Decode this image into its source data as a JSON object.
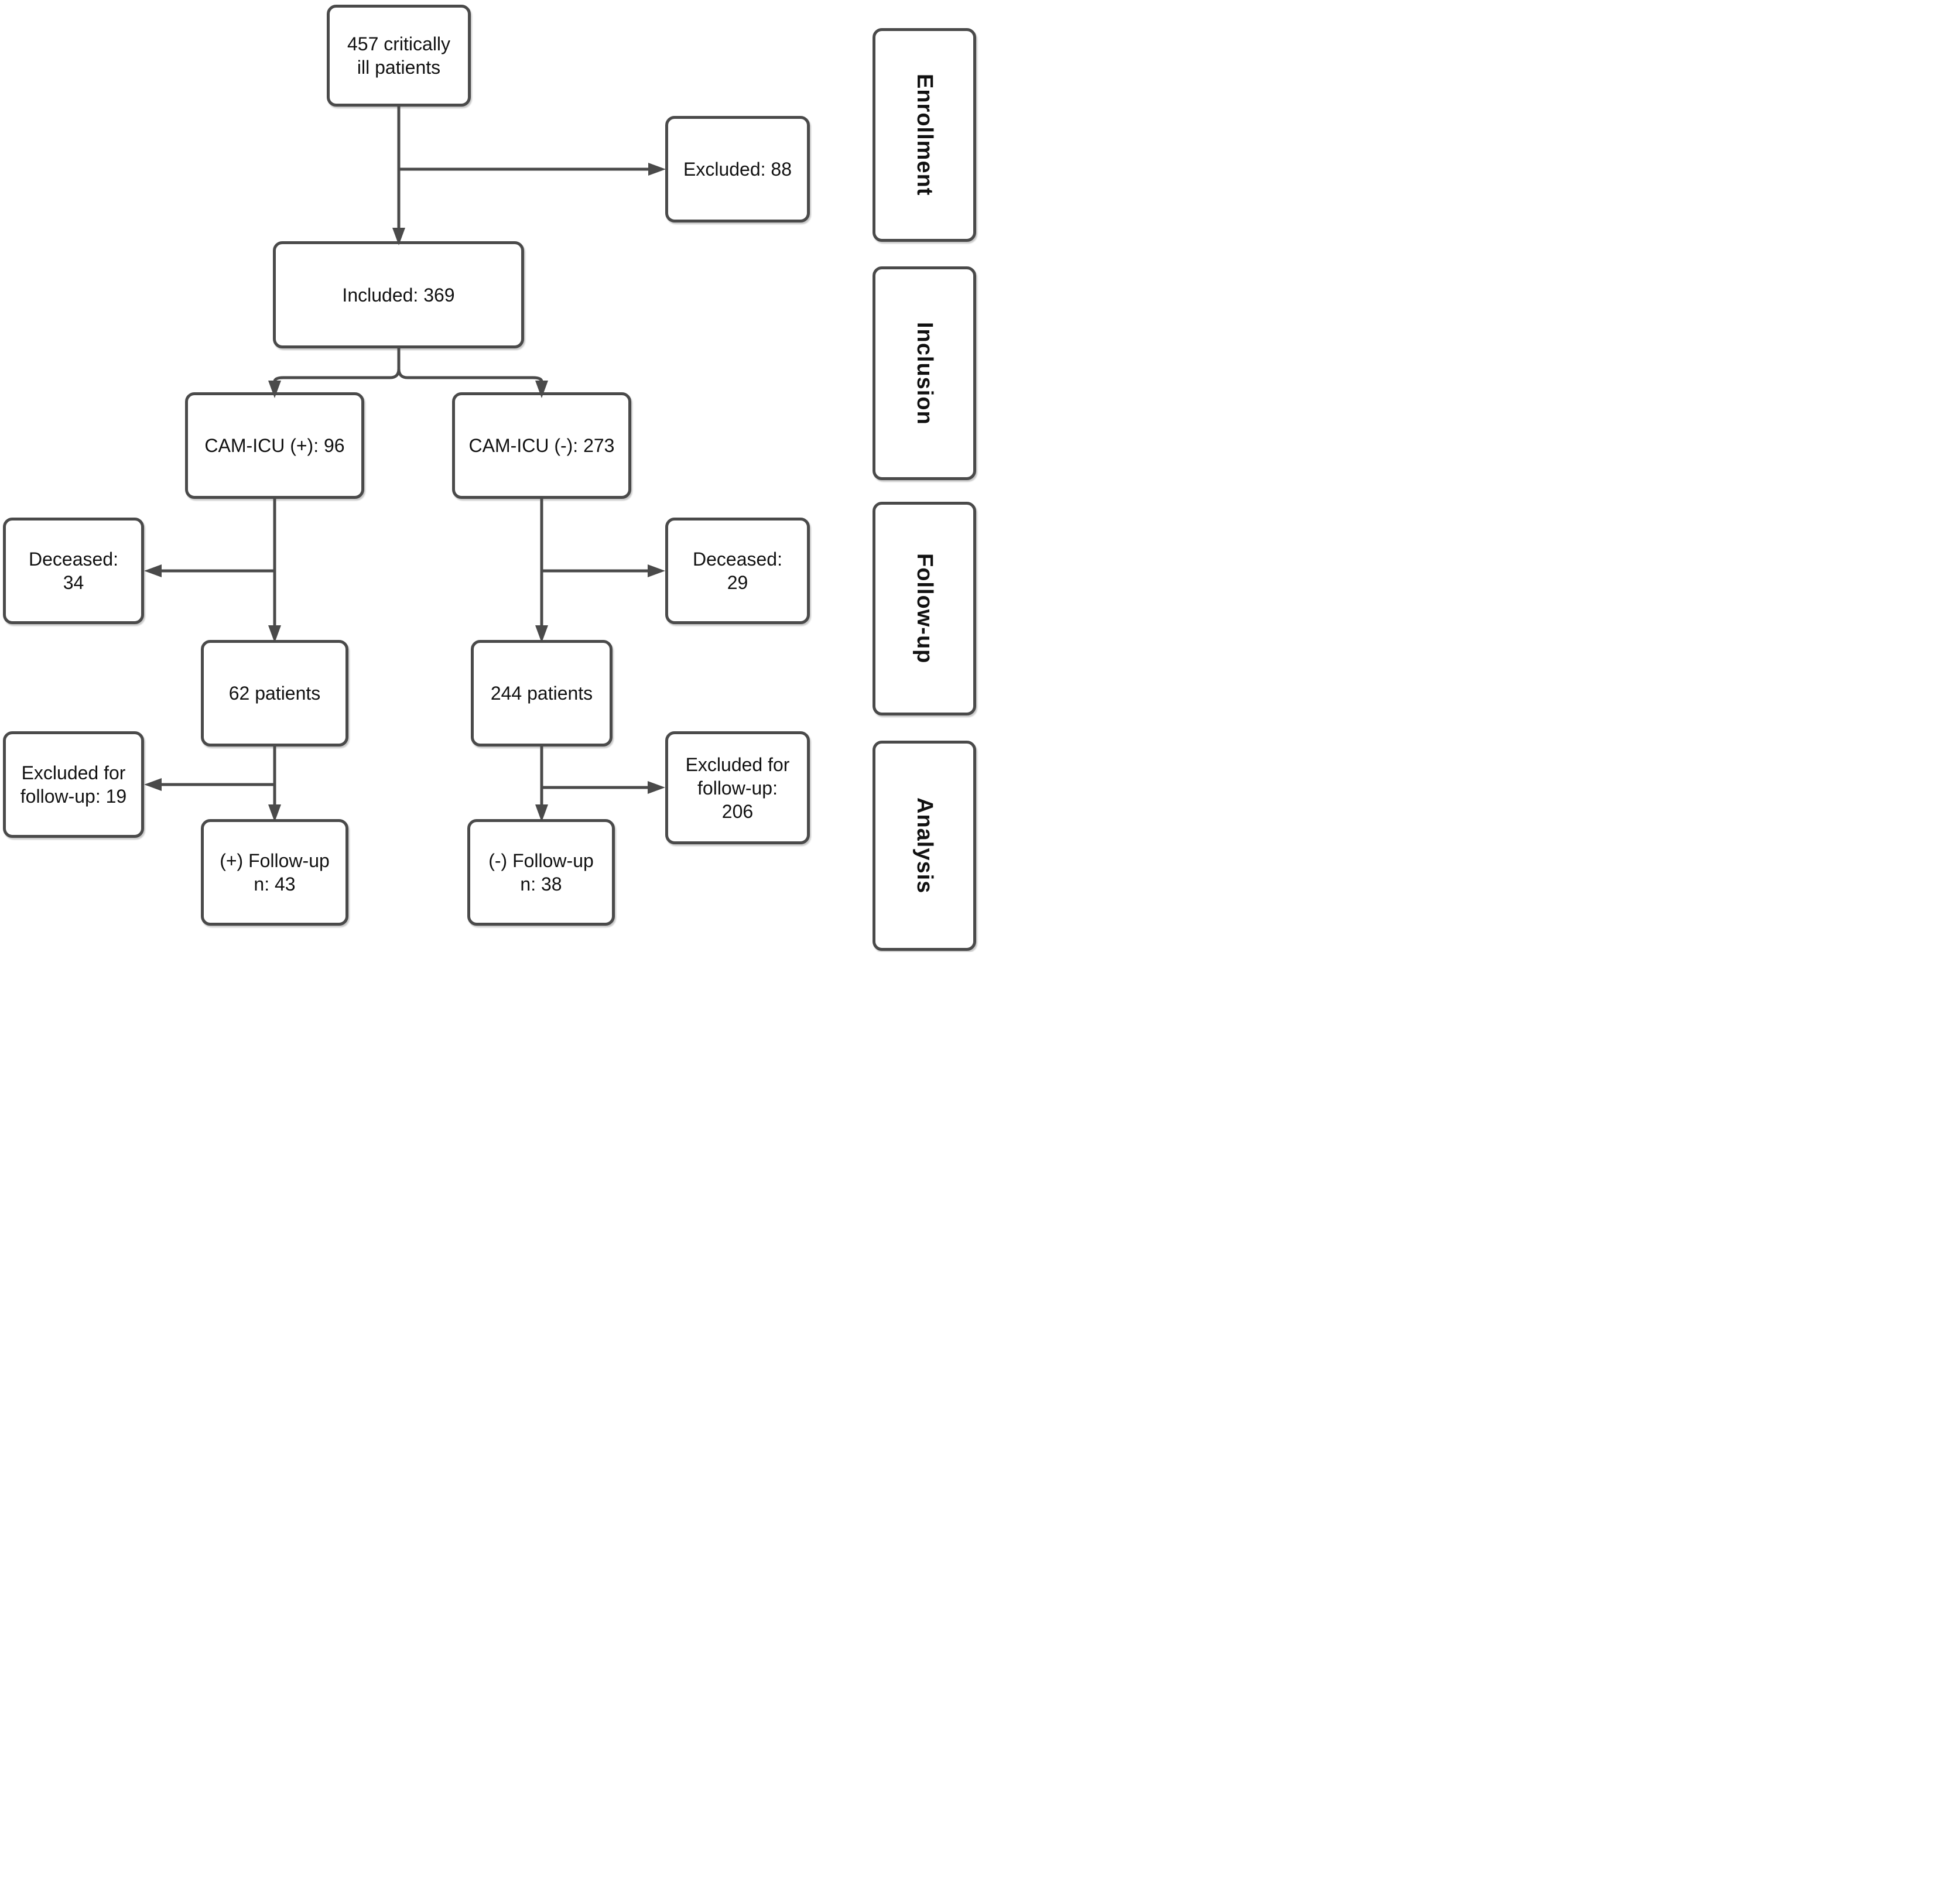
{
  "colors": {
    "border": "#4a4a4a",
    "arrow": "#4a4a4a",
    "text": "#111111",
    "background": "#ffffff"
  },
  "flow": {
    "nodes": [
      {
        "id": "enrolled",
        "text": "457 critically\nill patients"
      },
      {
        "id": "excluded",
        "text": "Excluded: 88"
      },
      {
        "id": "included",
        "text": "Included: 369"
      },
      {
        "id": "cam-icu-positive",
        "text": "CAM-ICU (+): 96"
      },
      {
        "id": "cam-icu-negative",
        "text": "CAM-ICU (-): 273"
      },
      {
        "id": "deceased-positive",
        "text": "Deceased:\n34"
      },
      {
        "id": "deceased-negative",
        "text": "Deceased:\n29"
      },
      {
        "id": "patients-positive",
        "text": "62 patients"
      },
      {
        "id": "patients-negative",
        "text": "244 patients"
      },
      {
        "id": "excluded-followup-positive",
        "text": "Excluded for\nfollow-up: 19"
      },
      {
        "id": "excluded-followup-negative",
        "text": "Excluded for\nfollow-up:\n206"
      },
      {
        "id": "followup-positive",
        "text": "(+) Follow-up\nn: 43"
      },
      {
        "id": "followup-negative",
        "text": "(-) Follow-up\nn: 38"
      }
    ],
    "stages": [
      {
        "label": "Enrollment"
      },
      {
        "label": "Inclusion"
      },
      {
        "label": "Follow-up"
      },
      {
        "label": "Analysis"
      }
    ]
  }
}
